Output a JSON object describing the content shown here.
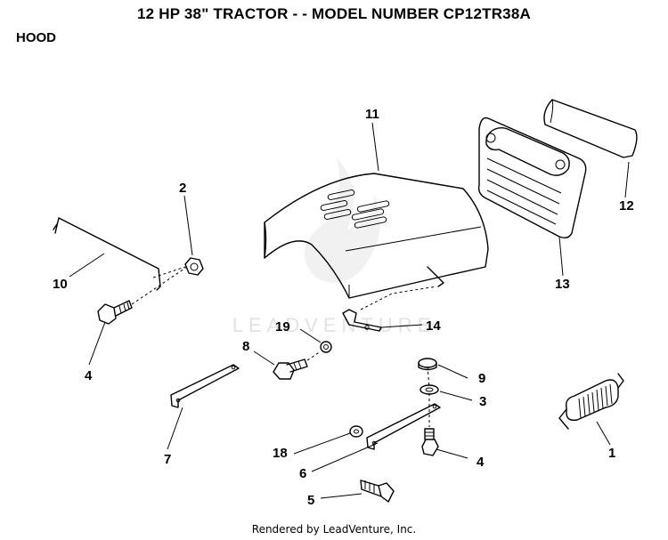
{
  "title": "12 HP 38\" TRACTOR - - MODEL NUMBER CP12TR38A",
  "section": "HOOD",
  "footer": "Rendered by LeadVenture, Inc.",
  "watermark": "LEADVENTURE",
  "callouts": [
    {
      "id": "11",
      "text": "11"
    },
    {
      "id": "2",
      "text": "2"
    },
    {
      "id": "12",
      "text": "12"
    },
    {
      "id": "10",
      "text": "10"
    },
    {
      "id": "13",
      "text": "13"
    },
    {
      "id": "4a",
      "text": "4"
    },
    {
      "id": "19",
      "text": "19"
    },
    {
      "id": "14",
      "text": "14"
    },
    {
      "id": "8",
      "text": "8"
    },
    {
      "id": "9",
      "text": "9"
    },
    {
      "id": "3",
      "text": "3"
    },
    {
      "id": "7",
      "text": "7"
    },
    {
      "id": "1",
      "text": "1"
    },
    {
      "id": "18",
      "text": "18"
    },
    {
      "id": "4b",
      "text": "4"
    },
    {
      "id": "6",
      "text": "6"
    },
    {
      "id": "5",
      "text": "5"
    }
  ]
}
